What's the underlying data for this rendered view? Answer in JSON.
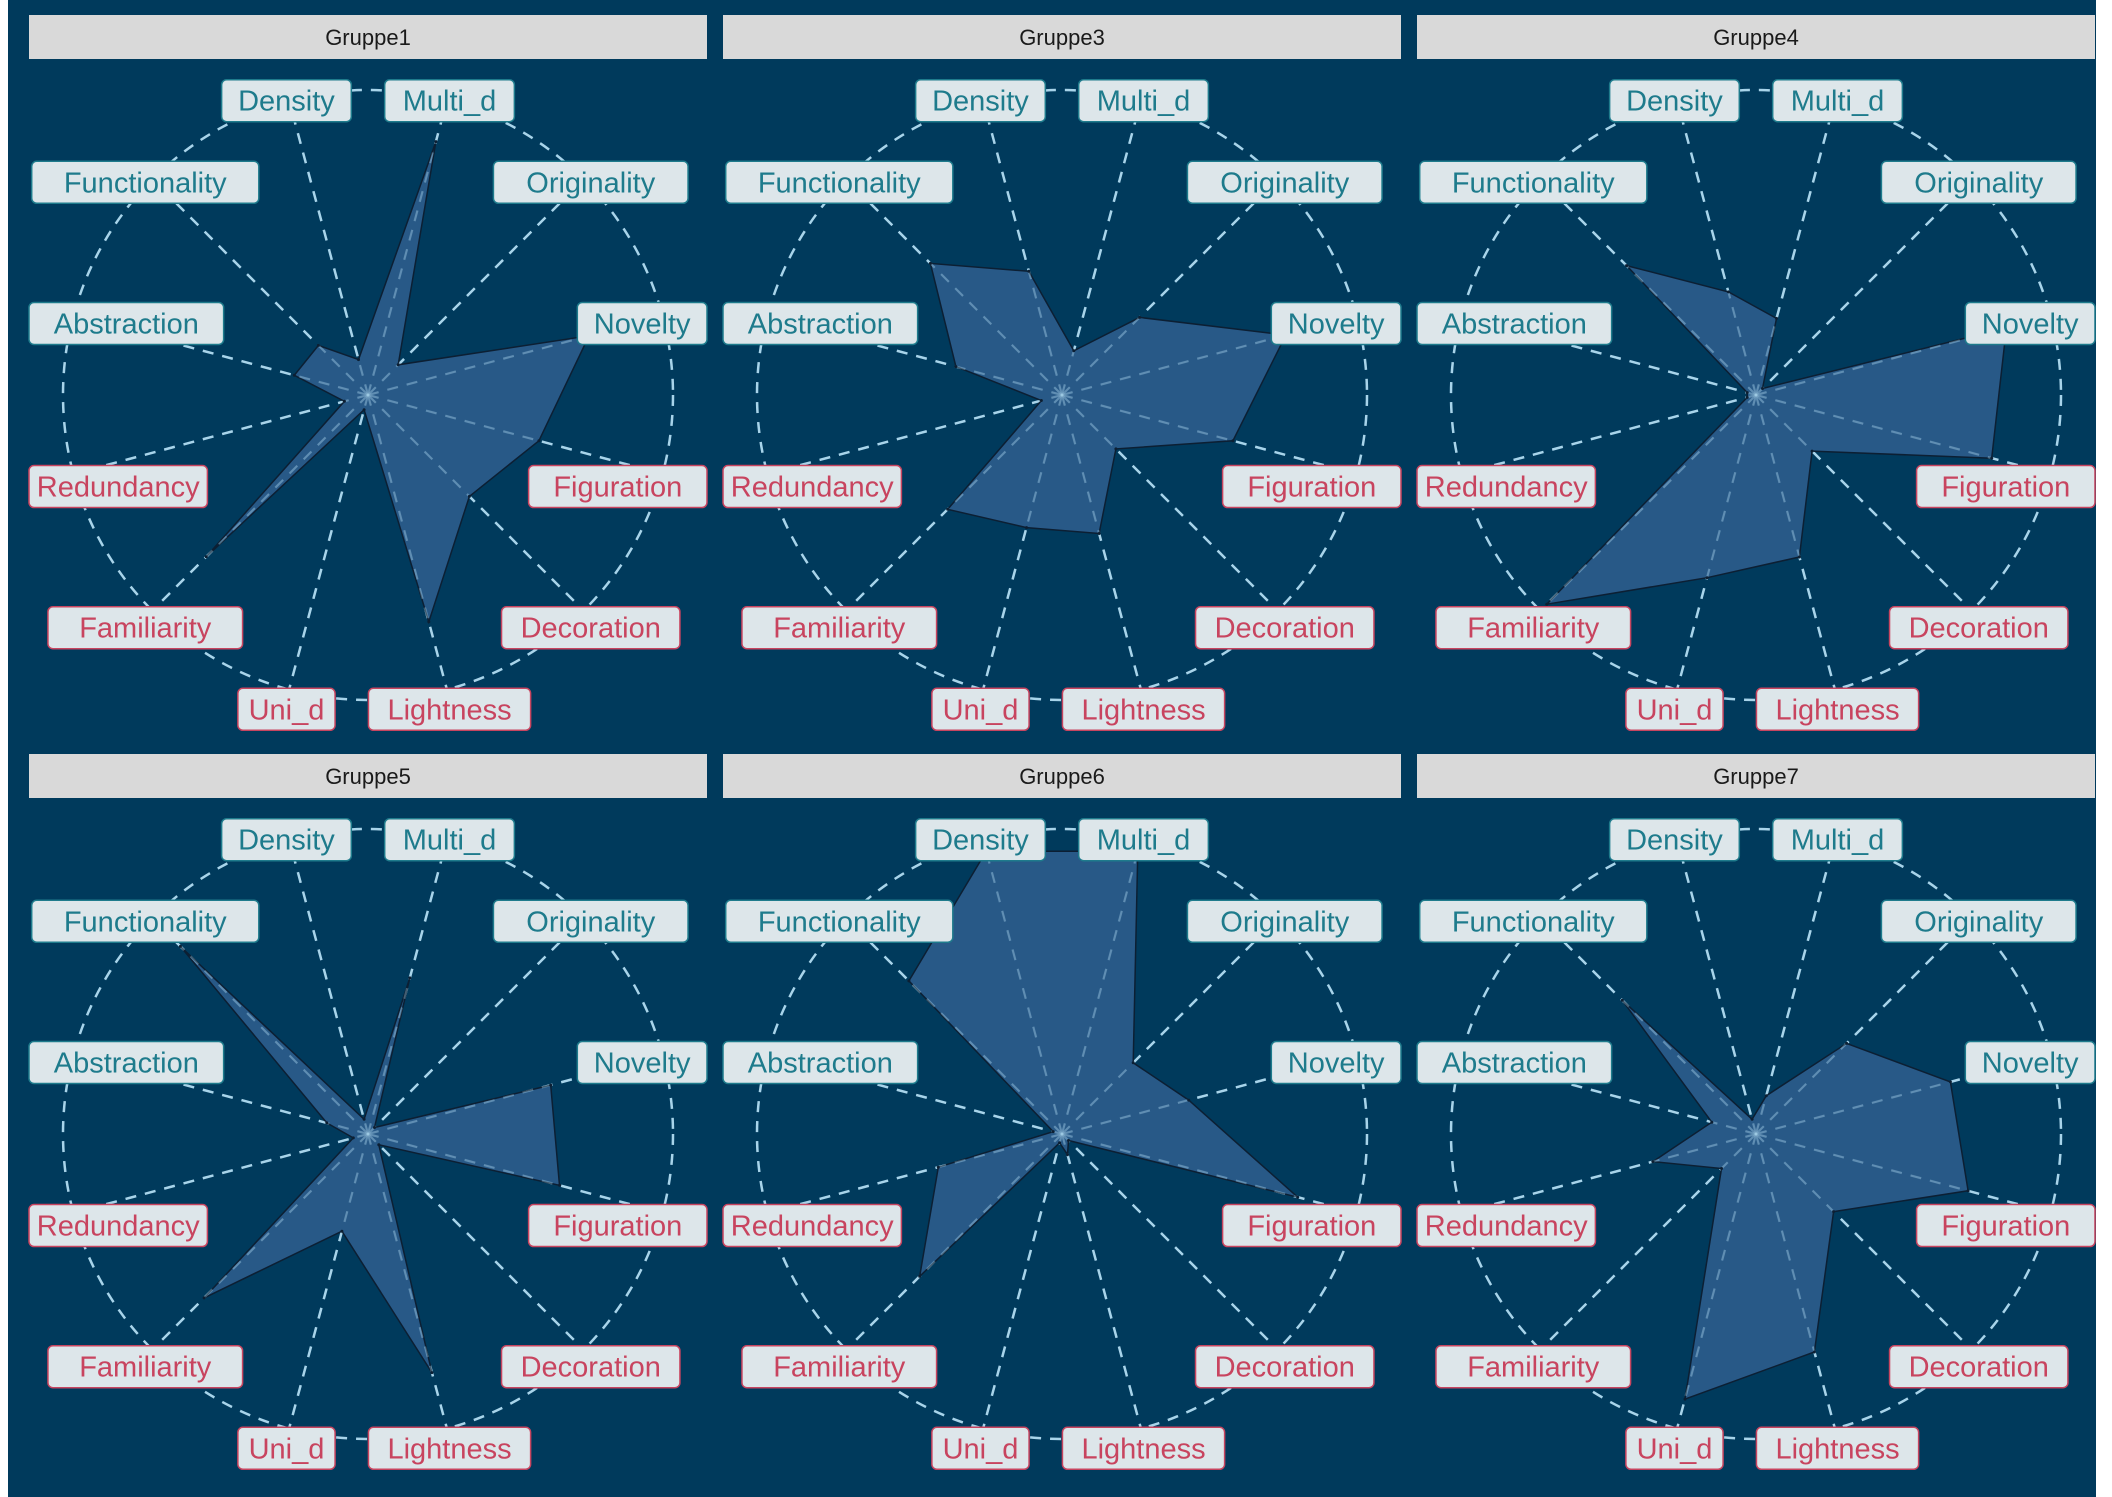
{
  "chart_data": {
    "type": "radar",
    "r_max": 1,
    "colors": {
      "background": "#003a5c",
      "strip_fill": "#d9d9d9",
      "strip_text": "#1a1a1a",
      "polygon_fill": "#2c5d8c",
      "polygon_stroke": "#0c1f33",
      "grid": "#a8d4ea",
      "label_fill": "#dde6ea",
      "label_teal": "#1e7b8c",
      "label_red": "#c8445f"
    },
    "axes": [
      {
        "name": "Density",
        "group": "teal"
      },
      {
        "name": "Multi_d",
        "group": "teal"
      },
      {
        "name": "Originality",
        "group": "teal"
      },
      {
        "name": "Novelty",
        "group": "teal"
      },
      {
        "name": "Figuration",
        "group": "red"
      },
      {
        "name": "Decoration",
        "group": "red"
      },
      {
        "name": "Lightness",
        "group": "red"
      },
      {
        "name": "Uni_d",
        "group": "red"
      },
      {
        "name": "Familiarity",
        "group": "red"
      },
      {
        "name": "Redundancy",
        "group": "red"
      },
      {
        "name": "Abstraction",
        "group": "teal"
      },
      {
        "name": "Functionality",
        "group": "teal"
      }
    ],
    "panels": [
      {
        "title": "Gruppe1",
        "values": [
          0.12,
          0.86,
          0.14,
          0.75,
          0.58,
          0.47,
          0.77,
          0.05,
          0.75,
          0.08,
          0.25,
          0.23
        ]
      },
      {
        "title": "Gruppe3",
        "values": [
          0.42,
          0.15,
          0.36,
          0.76,
          0.58,
          0.25,
          0.47,
          0.45,
          0.53,
          0.07,
          0.36,
          0.61
        ]
      },
      {
        "title": "Gruppe4",
        "values": [
          0.35,
          0.26,
          0.03,
          0.85,
          0.8,
          0.26,
          0.55,
          0.62,
          0.97,
          0.03,
          0.03,
          0.6
        ]
      },
      {
        "title": "Gruppe5",
        "values": [
          0.05,
          0.53,
          0.03,
          0.62,
          0.65,
          0.05,
          0.81,
          0.33,
          0.76,
          0.05,
          0.14,
          0.87
        ]
      },
      {
        "title": "Gruppe6",
        "values": [
          0.96,
          0.96,
          0.33,
          0.43,
          0.8,
          0.03,
          0.07,
          0.03,
          0.66,
          0.42,
          0.03,
          0.71
        ]
      },
      {
        "title": "Gruppe7",
        "values": [
          0.05,
          0.13,
          0.42,
          0.66,
          0.72,
          0.36,
          0.74,
          0.9,
          0.16,
          0.35,
          0.15,
          0.62
        ]
      }
    ]
  }
}
